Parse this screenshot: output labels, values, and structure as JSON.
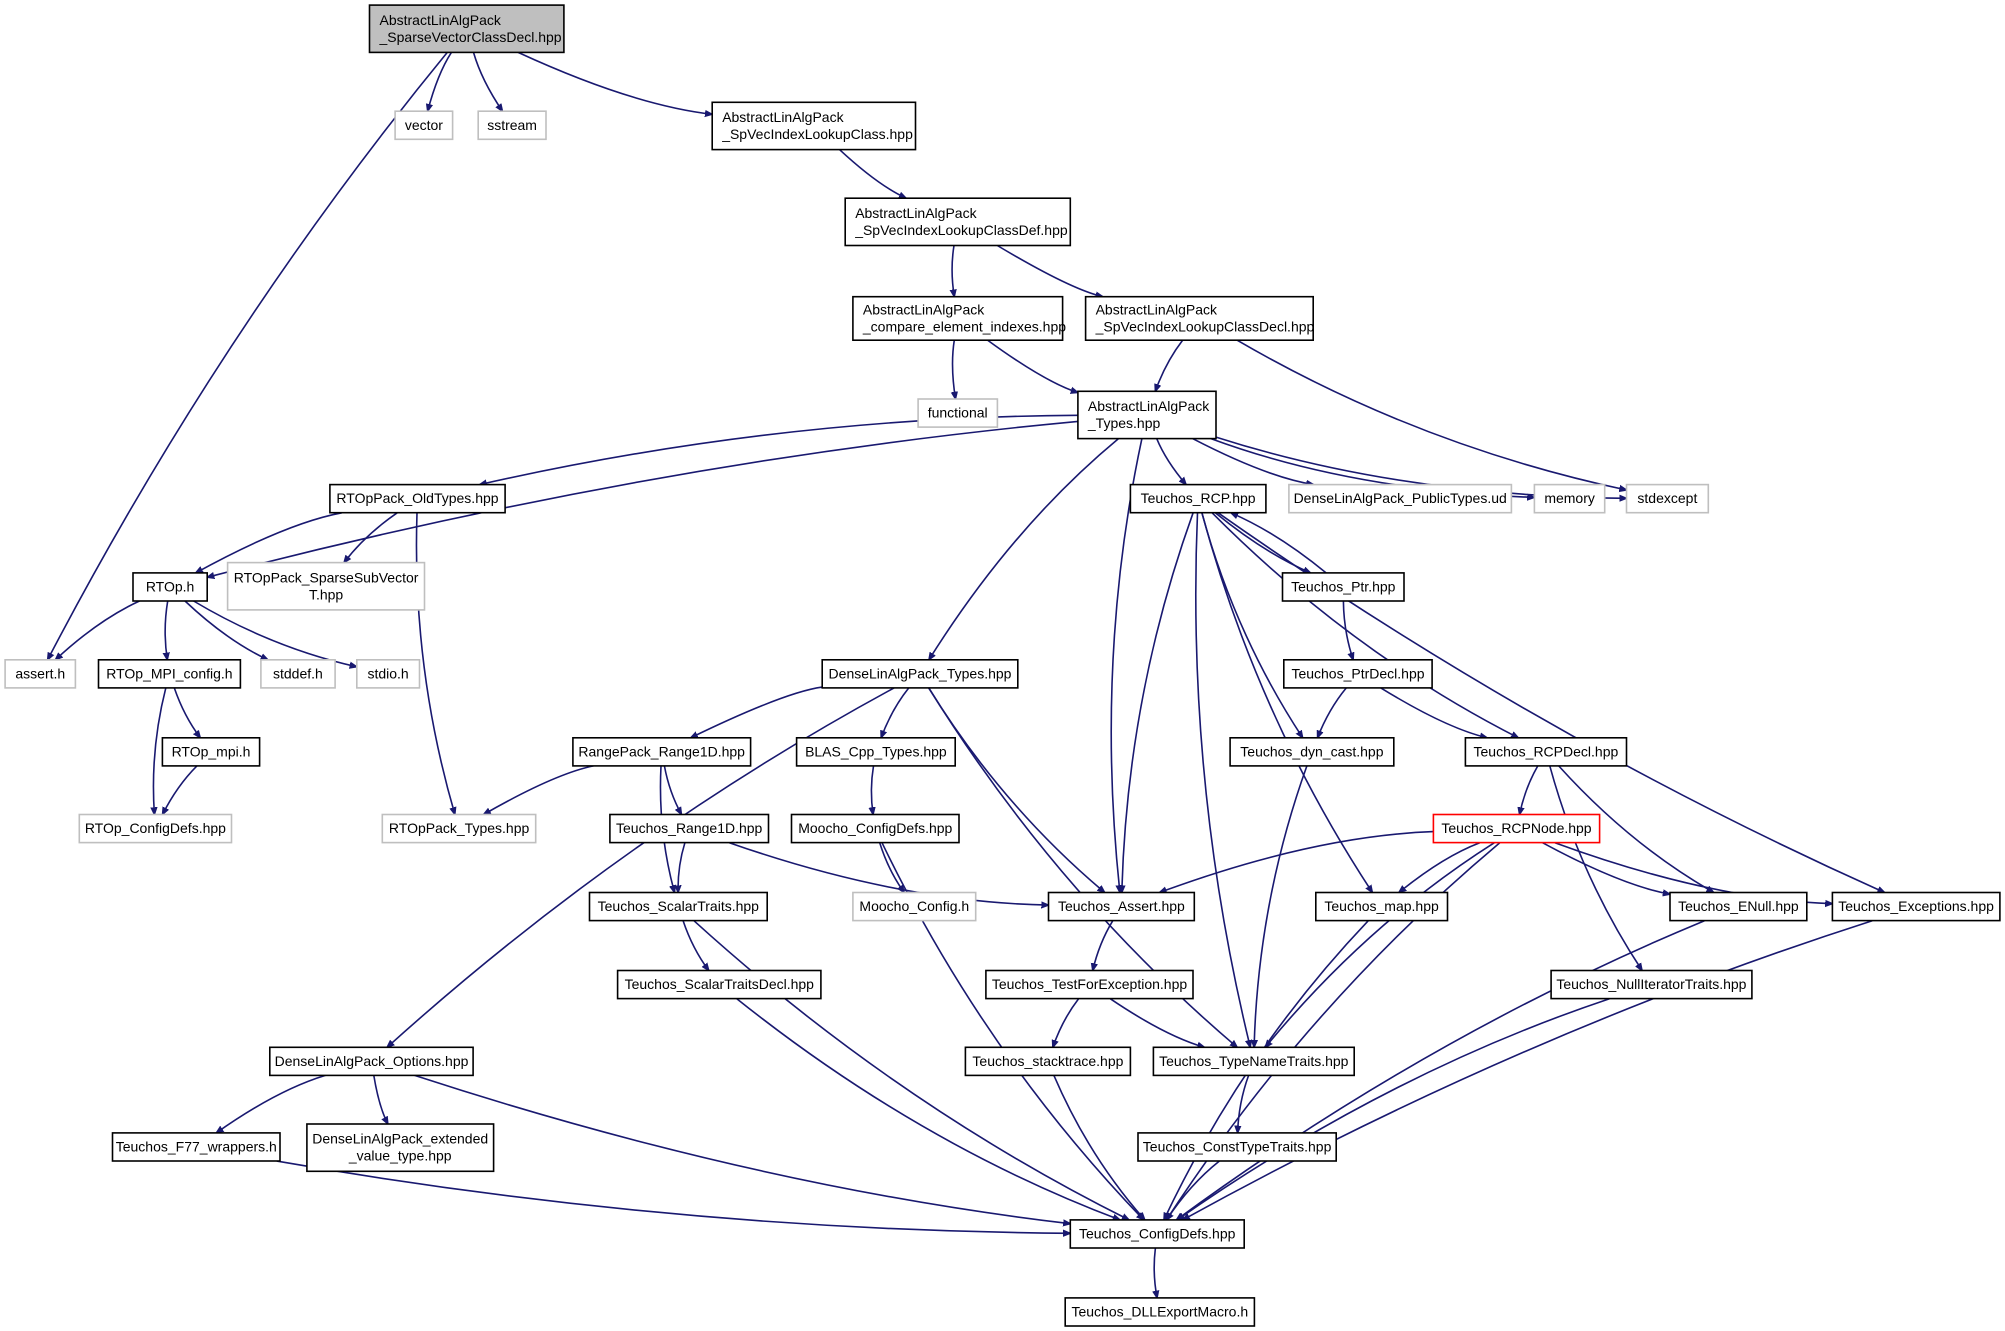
{
  "graph": {
    "root": "AbstractLinAlgPack_SparseVectorClassDecl_hpp",
    "colors": {
      "edge": "#191970",
      "normal_border": "#000000",
      "external_border": "#bfbfbf",
      "external_text": "#404040",
      "truncated_border": "#ff0000",
      "root_fill": "#bfbfbf",
      "fill": "#ffffff"
    },
    "nodes": [
      {
        "id": "root",
        "lines": [
          "AbstractLinAlgPack",
          "_SparseVectorClassDecl.hpp"
        ],
        "kind": "root"
      },
      {
        "id": "vector",
        "lines": [
          "vector"
        ],
        "kind": "external"
      },
      {
        "id": "sstream",
        "lines": [
          "sstream"
        ],
        "kind": "external"
      },
      {
        "id": "spvec_lookup",
        "lines": [
          "AbstractLinAlgPack",
          "_SpVecIndexLookupClass.hpp"
        ],
        "kind": "normal"
      },
      {
        "id": "spvec_lookup_def",
        "lines": [
          "AbstractLinAlgPack",
          "_SpVecIndexLookupClassDef.hpp"
        ],
        "kind": "normal"
      },
      {
        "id": "compare_idx",
        "lines": [
          "AbstractLinAlgPack",
          "_compare_element_indexes.hpp"
        ],
        "kind": "normal"
      },
      {
        "id": "spvec_lookup_decl",
        "lines": [
          "AbstractLinAlgPack",
          "_SpVecIndexLookupClassDecl.hpp"
        ],
        "kind": "normal"
      },
      {
        "id": "functional",
        "lines": [
          "functional"
        ],
        "kind": "external"
      },
      {
        "id": "ala_types",
        "lines": [
          "AbstractLinAlgPack",
          "_Types.hpp"
        ],
        "kind": "normal"
      },
      {
        "id": "rtop_oldtypes",
        "lines": [
          "RTOpPack_OldTypes.hpp"
        ],
        "kind": "normal"
      },
      {
        "id": "teuchos_rcp",
        "lines": [
          "Teuchos_RCP.hpp"
        ],
        "kind": "normal"
      },
      {
        "id": "dla_public",
        "lines": [
          "DenseLinAlgPack_PublicTypes.ud"
        ],
        "kind": "external"
      },
      {
        "id": "memory",
        "lines": [
          "memory"
        ],
        "kind": "external"
      },
      {
        "id": "stdexcept",
        "lines": [
          "stdexcept"
        ],
        "kind": "external"
      },
      {
        "id": "rtop_h",
        "lines": [
          "RTOp.h"
        ],
        "kind": "normal"
      },
      {
        "id": "rtop_sparsesub",
        "lines": [
          "RTOpPack_SparseSubVector",
          "T.hpp"
        ],
        "kind": "external"
      },
      {
        "id": "teuchos_ptr",
        "lines": [
          "Teuchos_Ptr.hpp"
        ],
        "kind": "normal"
      },
      {
        "id": "assert_h",
        "lines": [
          "assert.h"
        ],
        "kind": "external"
      },
      {
        "id": "rtop_mpi_config",
        "lines": [
          "RTOp_MPI_config.h"
        ],
        "kind": "normal"
      },
      {
        "id": "stddef",
        "lines": [
          "stddef.h"
        ],
        "kind": "external"
      },
      {
        "id": "stdio",
        "lines": [
          "stdio.h"
        ],
        "kind": "external"
      },
      {
        "id": "dla_types",
        "lines": [
          "DenseLinAlgPack_Types.hpp"
        ],
        "kind": "normal"
      },
      {
        "id": "teuchos_ptrdecl",
        "lines": [
          "Teuchos_PtrDecl.hpp"
        ],
        "kind": "normal"
      },
      {
        "id": "rtop_mpi",
        "lines": [
          "RTOp_mpi.h"
        ],
        "kind": "normal"
      },
      {
        "id": "rangepack",
        "lines": [
          "RangePack_Range1D.hpp"
        ],
        "kind": "normal"
      },
      {
        "id": "blas_cpp",
        "lines": [
          "BLAS_Cpp_Types.hpp"
        ],
        "kind": "normal"
      },
      {
        "id": "teuchos_dyncast",
        "lines": [
          "Teuchos_dyn_cast.hpp"
        ],
        "kind": "normal"
      },
      {
        "id": "teuchos_rcpdecl",
        "lines": [
          "Teuchos_RCPDecl.hpp"
        ],
        "kind": "normal"
      },
      {
        "id": "rtop_configdefs",
        "lines": [
          "RTOp_ConfigDefs.hpp"
        ],
        "kind": "external"
      },
      {
        "id": "rtoppack_types",
        "lines": [
          "RTOpPack_Types.hpp"
        ],
        "kind": "external"
      },
      {
        "id": "teuchos_range1d",
        "lines": [
          "Teuchos_Range1D.hpp"
        ],
        "kind": "normal"
      },
      {
        "id": "moocho_configdefs",
        "lines": [
          "Moocho_ConfigDefs.hpp"
        ],
        "kind": "normal"
      },
      {
        "id": "teuchos_rcpnode",
        "lines": [
          "Teuchos_RCPNode.hpp"
        ],
        "kind": "truncated"
      },
      {
        "id": "teuchos_scalartraits",
        "lines": [
          "Teuchos_ScalarTraits.hpp"
        ],
        "kind": "normal"
      },
      {
        "id": "moocho_config_h",
        "lines": [
          "Moocho_Config.h"
        ],
        "kind": "external"
      },
      {
        "id": "teuchos_assert",
        "lines": [
          "Teuchos_Assert.hpp"
        ],
        "kind": "normal"
      },
      {
        "id": "teuchos_map",
        "lines": [
          "Teuchos_map.hpp"
        ],
        "kind": "normal"
      },
      {
        "id": "teuchos_enull",
        "lines": [
          "Teuchos_ENull.hpp"
        ],
        "kind": "normal"
      },
      {
        "id": "teuchos_exceptions",
        "lines": [
          "Teuchos_Exceptions.hpp"
        ],
        "kind": "normal"
      },
      {
        "id": "teuchos_scalartraitsdecl",
        "lines": [
          "Teuchos_ScalarTraitsDecl.hpp"
        ],
        "kind": "normal"
      },
      {
        "id": "teuchos_testforexc",
        "lines": [
          "Teuchos_TestForException.hpp"
        ],
        "kind": "normal"
      },
      {
        "id": "teuchos_nulliter",
        "lines": [
          "Teuchos_NullIteratorTraits.hpp"
        ],
        "kind": "normal"
      },
      {
        "id": "dla_options",
        "lines": [
          "DenseLinAlgPack_Options.hpp"
        ],
        "kind": "normal"
      },
      {
        "id": "teuchos_stacktrace",
        "lines": [
          "Teuchos_stacktrace.hpp"
        ],
        "kind": "normal"
      },
      {
        "id": "teuchos_typename",
        "lines": [
          "Teuchos_TypeNameTraits.hpp"
        ],
        "kind": "normal"
      },
      {
        "id": "teuchos_f77",
        "lines": [
          "Teuchos_F77_wrappers.h"
        ],
        "kind": "normal"
      },
      {
        "id": "dla_extended",
        "lines": [
          "DenseLinAlgPack_extended",
          "_value_type.hpp"
        ],
        "kind": "normal"
      },
      {
        "id": "teuchos_consttype",
        "lines": [
          "Teuchos_ConstTypeTraits.hpp"
        ],
        "kind": "normal"
      },
      {
        "id": "teuchos_configdefs",
        "lines": [
          "Teuchos_ConfigDefs.hpp"
        ],
        "kind": "normal"
      },
      {
        "id": "teuchos_dllexport",
        "lines": [
          "Teuchos_DLLExportMacro.h"
        ],
        "kind": "normal"
      }
    ],
    "edges": [
      [
        "root",
        "assert_h"
      ],
      [
        "root",
        "vector"
      ],
      [
        "root",
        "sstream"
      ],
      [
        "root",
        "spvec_lookup"
      ],
      [
        "spvec_lookup",
        "spvec_lookup_def"
      ],
      [
        "spvec_lookup_def",
        "compare_idx"
      ],
      [
        "spvec_lookup_def",
        "spvec_lookup_decl"
      ],
      [
        "compare_idx",
        "functional"
      ],
      [
        "compare_idx",
        "ala_types"
      ],
      [
        "spvec_lookup_decl",
        "ala_types"
      ],
      [
        "spvec_lookup_decl",
        "stdexcept"
      ],
      [
        "ala_types",
        "rtop_h"
      ],
      [
        "ala_types",
        "rtop_oldtypes"
      ],
      [
        "ala_types",
        "dla_types"
      ],
      [
        "ala_types",
        "teuchos_assert"
      ],
      [
        "ala_types",
        "teuchos_rcp"
      ],
      [
        "ala_types",
        "dla_public"
      ],
      [
        "ala_types",
        "memory"
      ],
      [
        "ala_types",
        "stdexcept"
      ],
      [
        "rtop_oldtypes",
        "rtop_h"
      ],
      [
        "rtop_oldtypes",
        "rtop_sparsesub"
      ],
      [
        "rtop_oldtypes",
        "rtoppack_types"
      ],
      [
        "rtop_h",
        "assert_h"
      ],
      [
        "rtop_h",
        "rtop_mpi_config"
      ],
      [
        "rtop_h",
        "stddef"
      ],
      [
        "rtop_h",
        "stdio"
      ],
      [
        "rtop_mpi_config",
        "rtop_mpi"
      ],
      [
        "rtop_mpi_config",
        "rtop_configdefs"
      ],
      [
        "rtop_mpi",
        "rtop_configdefs"
      ],
      [
        "teuchos_rcp",
        "teuchos_ptr"
      ],
      [
        "teuchos_ptr",
        "teuchos_rcp"
      ],
      [
        "teuchos_ptr",
        "teuchos_ptrdecl"
      ],
      [
        "teuchos_rcp",
        "teuchos_assert"
      ],
      [
        "teuchos_rcp",
        "teuchos_typename"
      ],
      [
        "teuchos_rcp",
        "teuchos_dyncast"
      ],
      [
        "teuchos_rcp",
        "teuchos_map"
      ],
      [
        "teuchos_rcp",
        "teuchos_rcpdecl"
      ],
      [
        "teuchos_rcp",
        "teuchos_exceptions"
      ],
      [
        "teuchos_ptrdecl",
        "teuchos_dyncast"
      ],
      [
        "teuchos_ptrdecl",
        "teuchos_rcpdecl"
      ],
      [
        "teuchos_dyncast",
        "teuchos_typename"
      ],
      [
        "teuchos_rcpdecl",
        "teuchos_rcpnode"
      ],
      [
        "teuchos_rcpdecl",
        "teuchos_enull"
      ],
      [
        "teuchos_rcpdecl",
        "teuchos_nulliter"
      ],
      [
        "teuchos_rcpnode",
        "teuchos_assert"
      ],
      [
        "teuchos_rcpnode",
        "teuchos_map"
      ],
      [
        "teuchos_rcpnode",
        "teuchos_enull"
      ],
      [
        "teuchos_rcpnode",
        "teuchos_exceptions"
      ],
      [
        "teuchos_rcpnode",
        "teuchos_typename"
      ],
      [
        "teuchos_rcpnode",
        "teuchos_configdefs"
      ],
      [
        "dla_types",
        "dla_options"
      ],
      [
        "dla_types",
        "rangepack"
      ],
      [
        "dla_types",
        "blas_cpp"
      ],
      [
        "dla_types",
        "teuchos_assert"
      ],
      [
        "dla_types",
        "teuchos_typename"
      ],
      [
        "rangepack",
        "rtoppack_types"
      ],
      [
        "rangepack",
        "teuchos_scalartraits"
      ],
      [
        "rangepack",
        "teuchos_range1d"
      ],
      [
        "teuchos_range1d",
        "teuchos_scalartraits"
      ],
      [
        "teuchos_range1d",
        "teuchos_assert"
      ],
      [
        "blas_cpp",
        "moocho_configdefs"
      ],
      [
        "moocho_configdefs",
        "moocho_config_h"
      ],
      [
        "moocho_configdefs",
        "teuchos_configdefs"
      ],
      [
        "teuchos_scalartraits",
        "teuchos_scalartraitsdecl"
      ],
      [
        "teuchos_scalartraits",
        "teuchos_configdefs"
      ],
      [
        "teuchos_scalartraitsdecl",
        "teuchos_configdefs"
      ],
      [
        "teuchos_assert",
        "teuchos_testforexc"
      ],
      [
        "teuchos_testforexc",
        "teuchos_stacktrace"
      ],
      [
        "teuchos_testforexc",
        "teuchos_typename"
      ],
      [
        "teuchos_stacktrace",
        "teuchos_configdefs"
      ],
      [
        "teuchos_typename",
        "teuchos_consttype"
      ],
      [
        "teuchos_consttype",
        "teuchos_configdefs"
      ],
      [
        "teuchos_map",
        "teuchos_configdefs"
      ],
      [
        "teuchos_enull",
        "teuchos_configdefs"
      ],
      [
        "teuchos_exceptions",
        "teuchos_configdefs"
      ],
      [
        "teuchos_nulliter",
        "teuchos_configdefs"
      ],
      [
        "dla_options",
        "teuchos_f77"
      ],
      [
        "dla_options",
        "dla_extended"
      ],
      [
        "dla_options",
        "teuchos_configdefs"
      ],
      [
        "teuchos_f77",
        "teuchos_configdefs"
      ],
      [
        "teuchos_configdefs",
        "teuchos_dllexport"
      ]
    ]
  }
}
